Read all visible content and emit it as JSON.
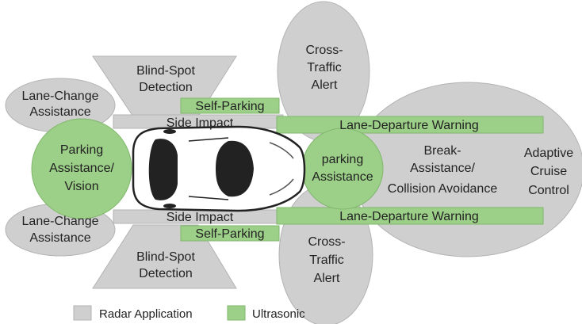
{
  "colors": {
    "radar": "#cfcfcf",
    "radar_stroke": "#b3b3b3",
    "ultrasonic": "#9ccf87",
    "ultrasonic_stroke": "#7fb76b"
  },
  "regions": {
    "lane_change_top": [
      "Lane-Change",
      "Assistance"
    ],
    "lane_change_bottom": [
      "Lane-Change",
      "Assistance"
    ],
    "blind_spot_top": [
      "Blind-Spot",
      "Detection"
    ],
    "blind_spot_bottom": [
      "Blind-Spot",
      "Detection"
    ],
    "cross_traffic_top": [
      "Cross-",
      "Traffic",
      "Alert"
    ],
    "cross_traffic_bottom": [
      "Cross-",
      "Traffic",
      "Alert"
    ],
    "self_parking_top": "Self-Parking",
    "self_parking_bottom": "Self-Parking",
    "side_impact_top": "Side Impact",
    "side_impact_bottom": "Side Impact",
    "lane_departure_top": "Lane-Departure Warning",
    "lane_departure_bottom": "Lane-Departure Warning",
    "parking_rear": [
      "Parking",
      "Assistance/",
      "Vision"
    ],
    "parking_front": [
      "parking",
      "Assistance"
    ],
    "break_assist": [
      "Break-",
      "Assistance/",
      "Collision Avoidance"
    ],
    "adaptive_cruise": [
      "Adaptive",
      "Cruise",
      "Control"
    ]
  },
  "legend": {
    "radar": "Radar Application",
    "ultrasonic": "Ultrasonic"
  }
}
